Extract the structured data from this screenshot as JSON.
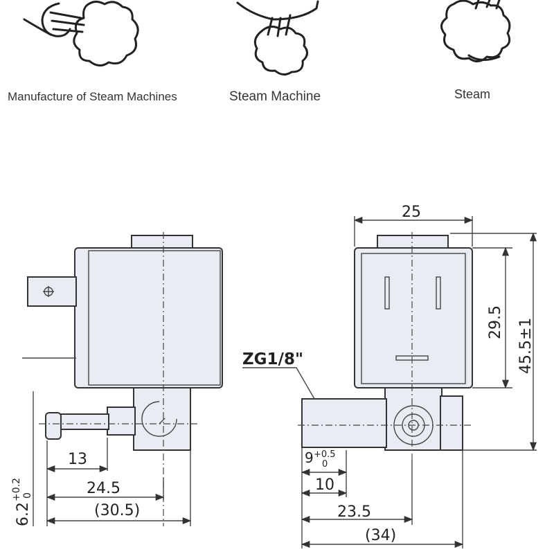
{
  "icons": {
    "manufacture": "hand-steam-icon",
    "machine": "iron-steam-icon",
    "steam": "steam-cloud-icon"
  },
  "captions": {
    "manufacture": "Manufacture of Steam Machines",
    "machine": "Steam Machine",
    "steam": "Steam"
  },
  "drawing": {
    "side_view": {
      "dim_13": "13",
      "dim_24_5": "24.5",
      "dim_30_5": "(30.5)",
      "dim_6_2": "6.2",
      "dim_6_2_tol_upper": "+0.2",
      "dim_6_2_tol_lower": "0"
    },
    "front_view": {
      "dim_25": "25",
      "dim_29_5": "29.5",
      "dim_45_5": "45.5±1",
      "thread": "ZG1/8\"",
      "dim_9": "9",
      "dim_9_tol_upper": "+0.5",
      "dim_9_tol_lower": "0",
      "dim_10": "10",
      "dim_23_5": "23.5",
      "dim_34": "(34)"
    }
  }
}
